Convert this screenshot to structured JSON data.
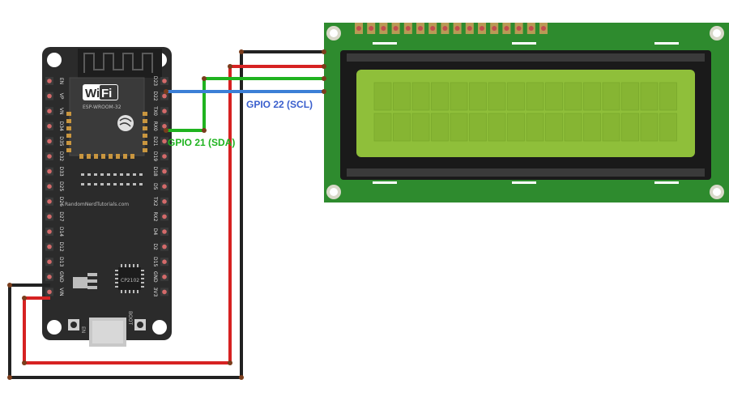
{
  "wiring": {
    "sda_label": "GPIO 21 (SDA)",
    "scl_label": "GPIO 22 (SCL)",
    "colors": {
      "sda_wire": "#1fb31f",
      "scl_wire": "#3c7fd6",
      "vcc_wire": "#d62222",
      "gnd_wire": "#222222",
      "sda_text": "#1fb31f",
      "scl_text": "#3a5fcd"
    }
  },
  "esp32_board": {
    "module_logo": "WiFi",
    "module_logo_left": "Wi",
    "module_logo_right": "Fi",
    "module_model": "ESP-WROOM-32",
    "watermark": "RandomNerdTutorials.com",
    "chip_label": "CP2102",
    "en_button_label": "EN",
    "boot_button_label": "BOOT",
    "left_pins": [
      "EN",
      "VP",
      "VN",
      "D34",
      "D35",
      "D32",
      "D33",
      "D25",
      "D26",
      "D27",
      "D14",
      "D12",
      "D13",
      "GND",
      "VIN"
    ],
    "right_pins": [
      "D23",
      "D22",
      "TX0",
      "RX0",
      "D21",
      "D19",
      "D18",
      "D5",
      "TX2",
      "RX2",
      "D4",
      "D2",
      "D15",
      "GND",
      "3V3"
    ],
    "colors": {
      "board": "#2b2b2b",
      "module": "#3a3a3a",
      "pin_pad": "#c9963f",
      "header_dot": "#d46a6a"
    }
  },
  "lcd_module": {
    "type": "16x2 character LCD",
    "columns": 16,
    "rows": 2,
    "pin_count": 16,
    "colors": {
      "pcb": "#2e8b2e",
      "screen": "#8fbf3a",
      "bezel": "#1a1a1a",
      "cell": "#86b533"
    }
  }
}
